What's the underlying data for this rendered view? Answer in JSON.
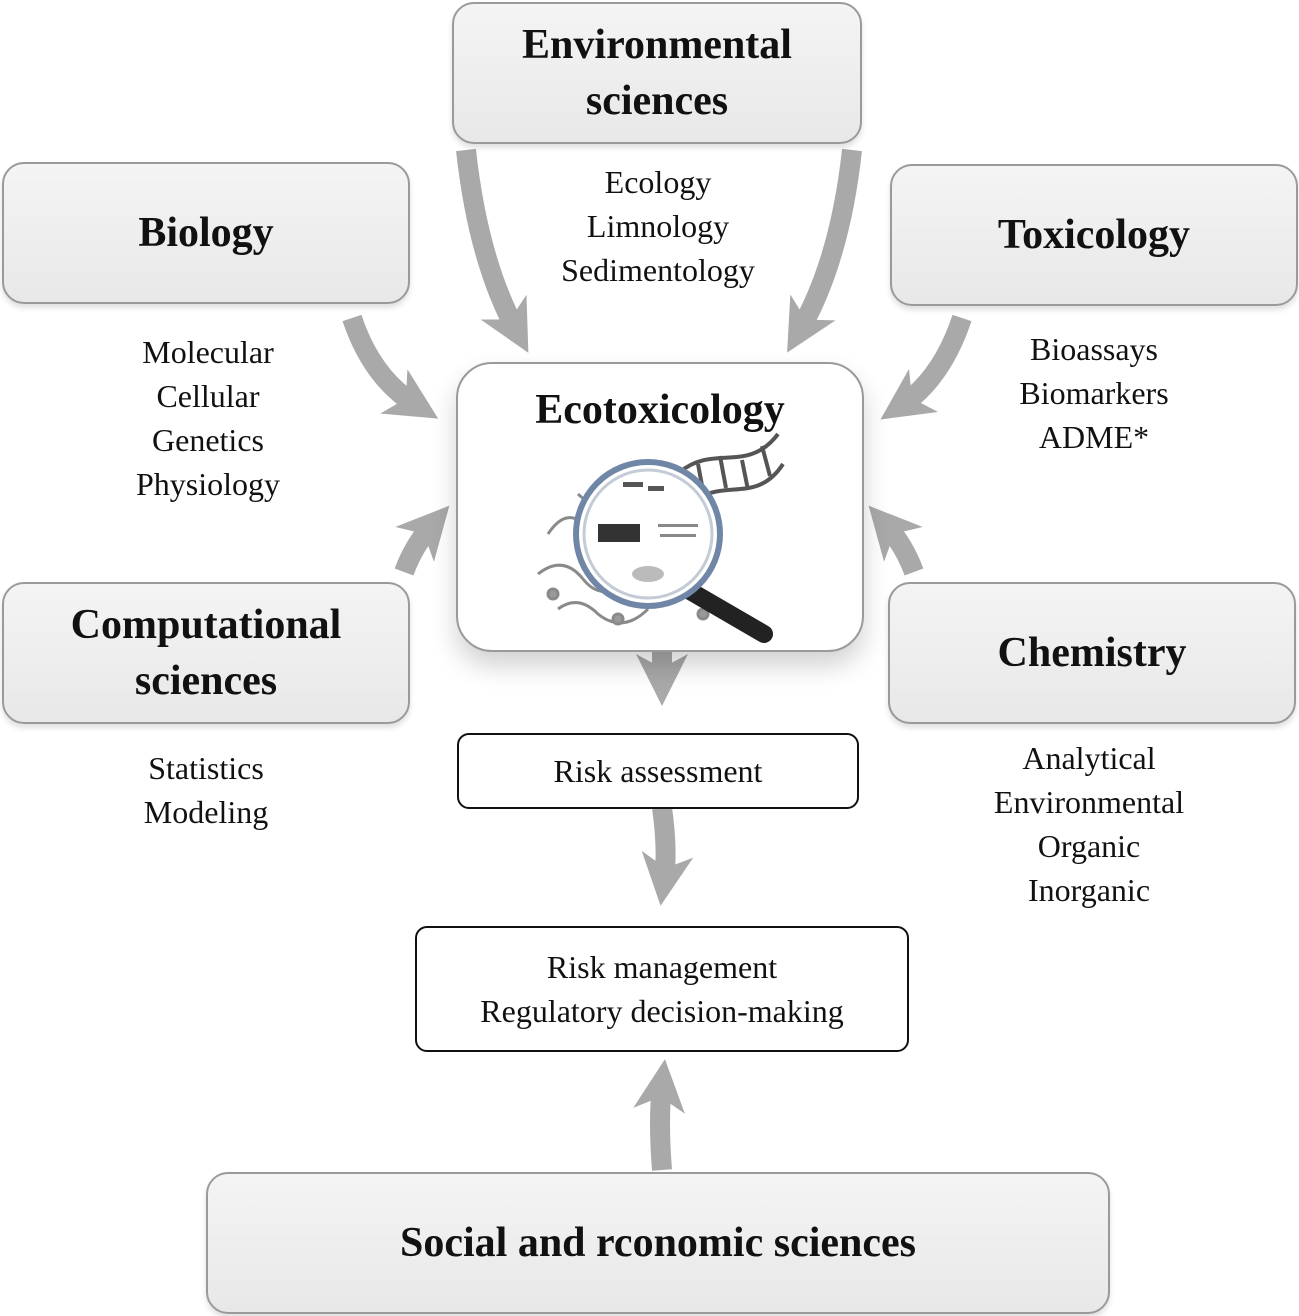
{
  "environmental": {
    "title_line1": "Environmental",
    "title_line2": "sciences",
    "items": [
      "Ecology",
      "Limnology",
      "Sedimentology"
    ]
  },
  "biology": {
    "title": "Biology",
    "items": [
      "Molecular",
      "Cellular",
      "Genetics",
      "Physiology"
    ]
  },
  "toxicology": {
    "title": "Toxicology",
    "items": [
      "Bioassays",
      "Biomarkers",
      "ADME*"
    ]
  },
  "computational": {
    "title_line1": "Computational",
    "title_line2": "sciences",
    "items": [
      "Statistics",
      "Modeling"
    ]
  },
  "chemistry": {
    "title": "Chemistry",
    "items": [
      "Analytical",
      "Environmental",
      "Organic",
      "Inorganic"
    ]
  },
  "center": {
    "title": "Ecotoxicology"
  },
  "risk_assessment": {
    "label": "Risk assessment"
  },
  "risk_management": {
    "line1": "Risk management",
    "line2": "Regulatory decision-making"
  },
  "social": {
    "title": "Social and rconomic sciences"
  },
  "colors": {
    "arrow": "#a9a9a9",
    "box_fill": "#eeeeee",
    "box_border": "#9a9a9a"
  },
  "icons": [
    "magnifying-glass-icon",
    "dna-icon",
    "protein-structure-icon"
  ]
}
